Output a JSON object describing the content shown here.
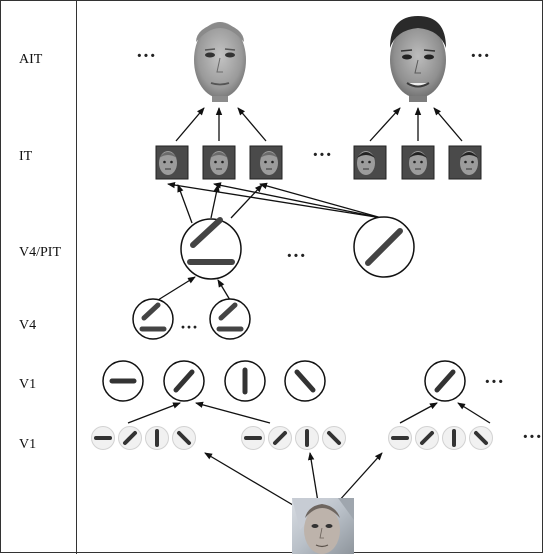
{
  "layers": [
    {
      "id": "ait",
      "label": "AIT"
    },
    {
      "id": "it",
      "label": "IT"
    },
    {
      "id": "v4pit",
      "label": "V4/PIT"
    },
    {
      "id": "v4",
      "label": "V4"
    },
    {
      "id": "v1a",
      "label": "V1"
    },
    {
      "id": "v1b",
      "label": "V1"
    }
  ],
  "ellipsis": "···"
}
